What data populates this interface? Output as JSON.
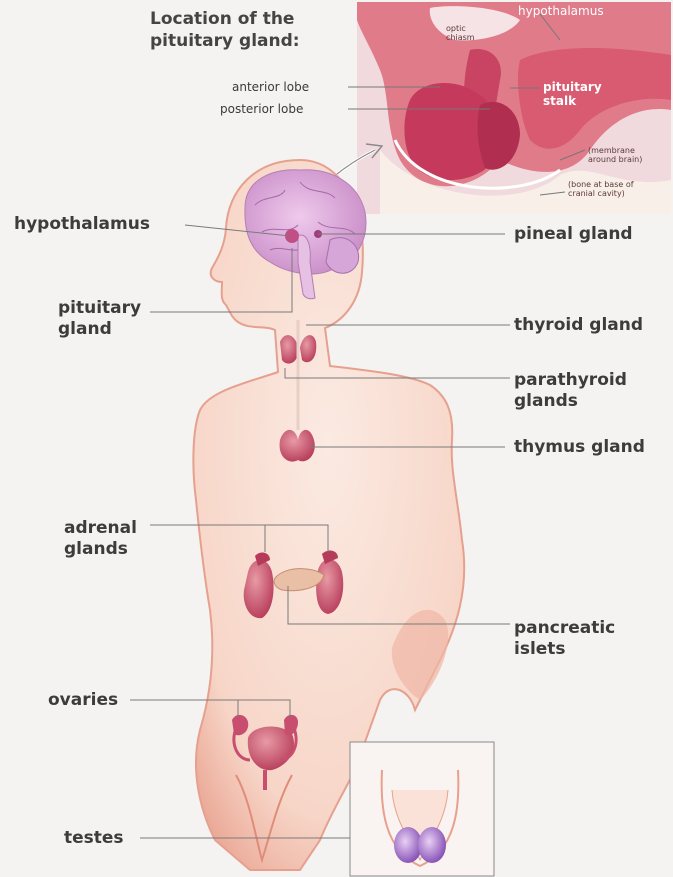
{
  "inset_title": "Location of the\npituitary gland:",
  "inset": {
    "hypothalamus": "hypothalamus",
    "optic_chiasm": "optic\nchiasm",
    "anterior_lobe": "anterior lobe",
    "posterior_lobe": "posterior lobe",
    "pituitary_stalk": "pituitary\nstalk",
    "membrane": "(membrane\naround brain)",
    "bone": "(bone at base of\ncranial cavity)"
  },
  "labels": {
    "hypothalamus": "hypothalamus",
    "pineal_gland": "pineal gland",
    "pituitary_gland": "pituitary\ngland",
    "thyroid_gland": "thyroid gland",
    "parathyroid_glands": "parathyroid\nglands",
    "thymus_gland": "thymus gland",
    "adrenal_glands": "adrenal\nglands",
    "pancreatic_islets": "pancreatic\nislets",
    "ovaries": "ovaries",
    "testes": "testes"
  },
  "colors": {
    "background": "#f4f3f1",
    "skin": "#f7d9cc",
    "skin_edge": "#e8a08c",
    "brain": "#d8a6d8",
    "gland": "#c64a6a",
    "inset_bg": "#e3828e",
    "label_text": "#3c3c3c",
    "leader_line": "#7a7a7a"
  }
}
